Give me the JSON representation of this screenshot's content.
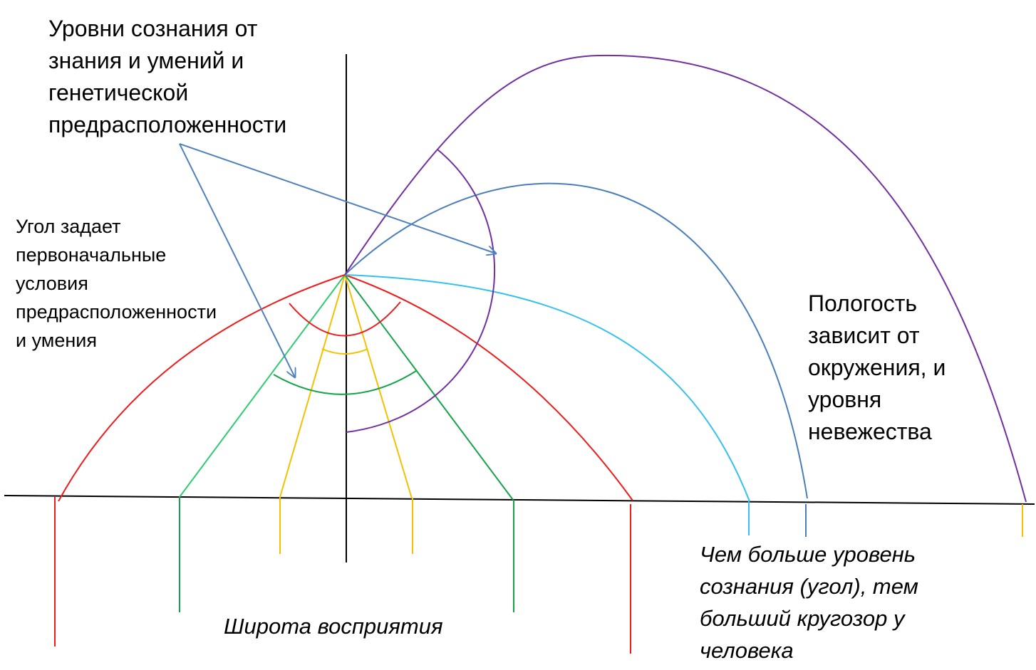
{
  "labels": {
    "title": {
      "lines": [
        "Уровни сознания от",
        "знания и умений и",
        "генетической",
        "предрасположенности"
      ]
    },
    "angle": {
      "lines": [
        "Угол задает",
        "первоначальные",
        "условия",
        "предрасположенности",
        "и умения"
      ]
    },
    "slope": {
      "lines": [
        "Пологость",
        "зависит от",
        "окружения, и",
        "уровня",
        "невежества"
      ]
    },
    "scope": {
      "lines": [
        "Чем больше уровень",
        "сознания (угол), тем",
        "больший кругозор у",
        "человека"
      ]
    },
    "breadth": "Широта восприятия"
  },
  "colors": {
    "axis": "#000000",
    "red": "#ee1c1c",
    "green": "#17a34a",
    "yellow": "#f5c000",
    "purple": "#7030a0",
    "steel_blue": "#4a7ebb",
    "light_blue": "#33c1f0",
    "arrow": "#4f81bd"
  }
}
